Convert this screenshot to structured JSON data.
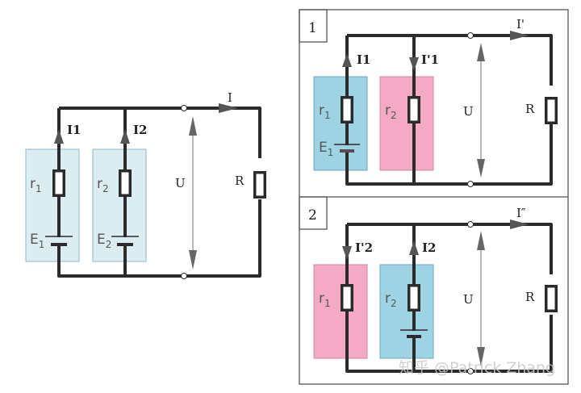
{
  "colors": {
    "wire": "#2b2b2b",
    "source_box_light": "#dcedf2",
    "source_box_active": "#9ed3e3",
    "source_box_passive": "#f4a9c4",
    "voltage_arrow": "#666666",
    "frame": "#555555"
  },
  "main_circuit": {
    "branch1": {
      "resistor": "r",
      "resistor_sub": "1",
      "emf": "E",
      "emf_sub": "1",
      "current": "I1"
    },
    "branch2": {
      "resistor": "r",
      "resistor_sub": "2",
      "emf": "E",
      "emf_sub": "2",
      "current": "I2"
    },
    "total_current": "I",
    "voltage": "U",
    "load": "R"
  },
  "panel1": {
    "number": "1",
    "branch1": {
      "resistor": "r",
      "resistor_sub": "1",
      "emf": "E",
      "emf_sub": "1",
      "current": "I1"
    },
    "branch2": {
      "resistor": "r",
      "resistor_sub": "2",
      "current": "I'1"
    },
    "total_current": "I'",
    "voltage": "U",
    "load": "R"
  },
  "panel2": {
    "number": "2",
    "branch1": {
      "resistor": "r",
      "resistor_sub": "1",
      "current": "I'2"
    },
    "branch2": {
      "resistor": "r",
      "resistor_sub": "2",
      "current": "I2"
    },
    "total_current": "I″",
    "voltage": "U",
    "load": "R"
  },
  "watermark": "知乎 @Patrick Zhang"
}
